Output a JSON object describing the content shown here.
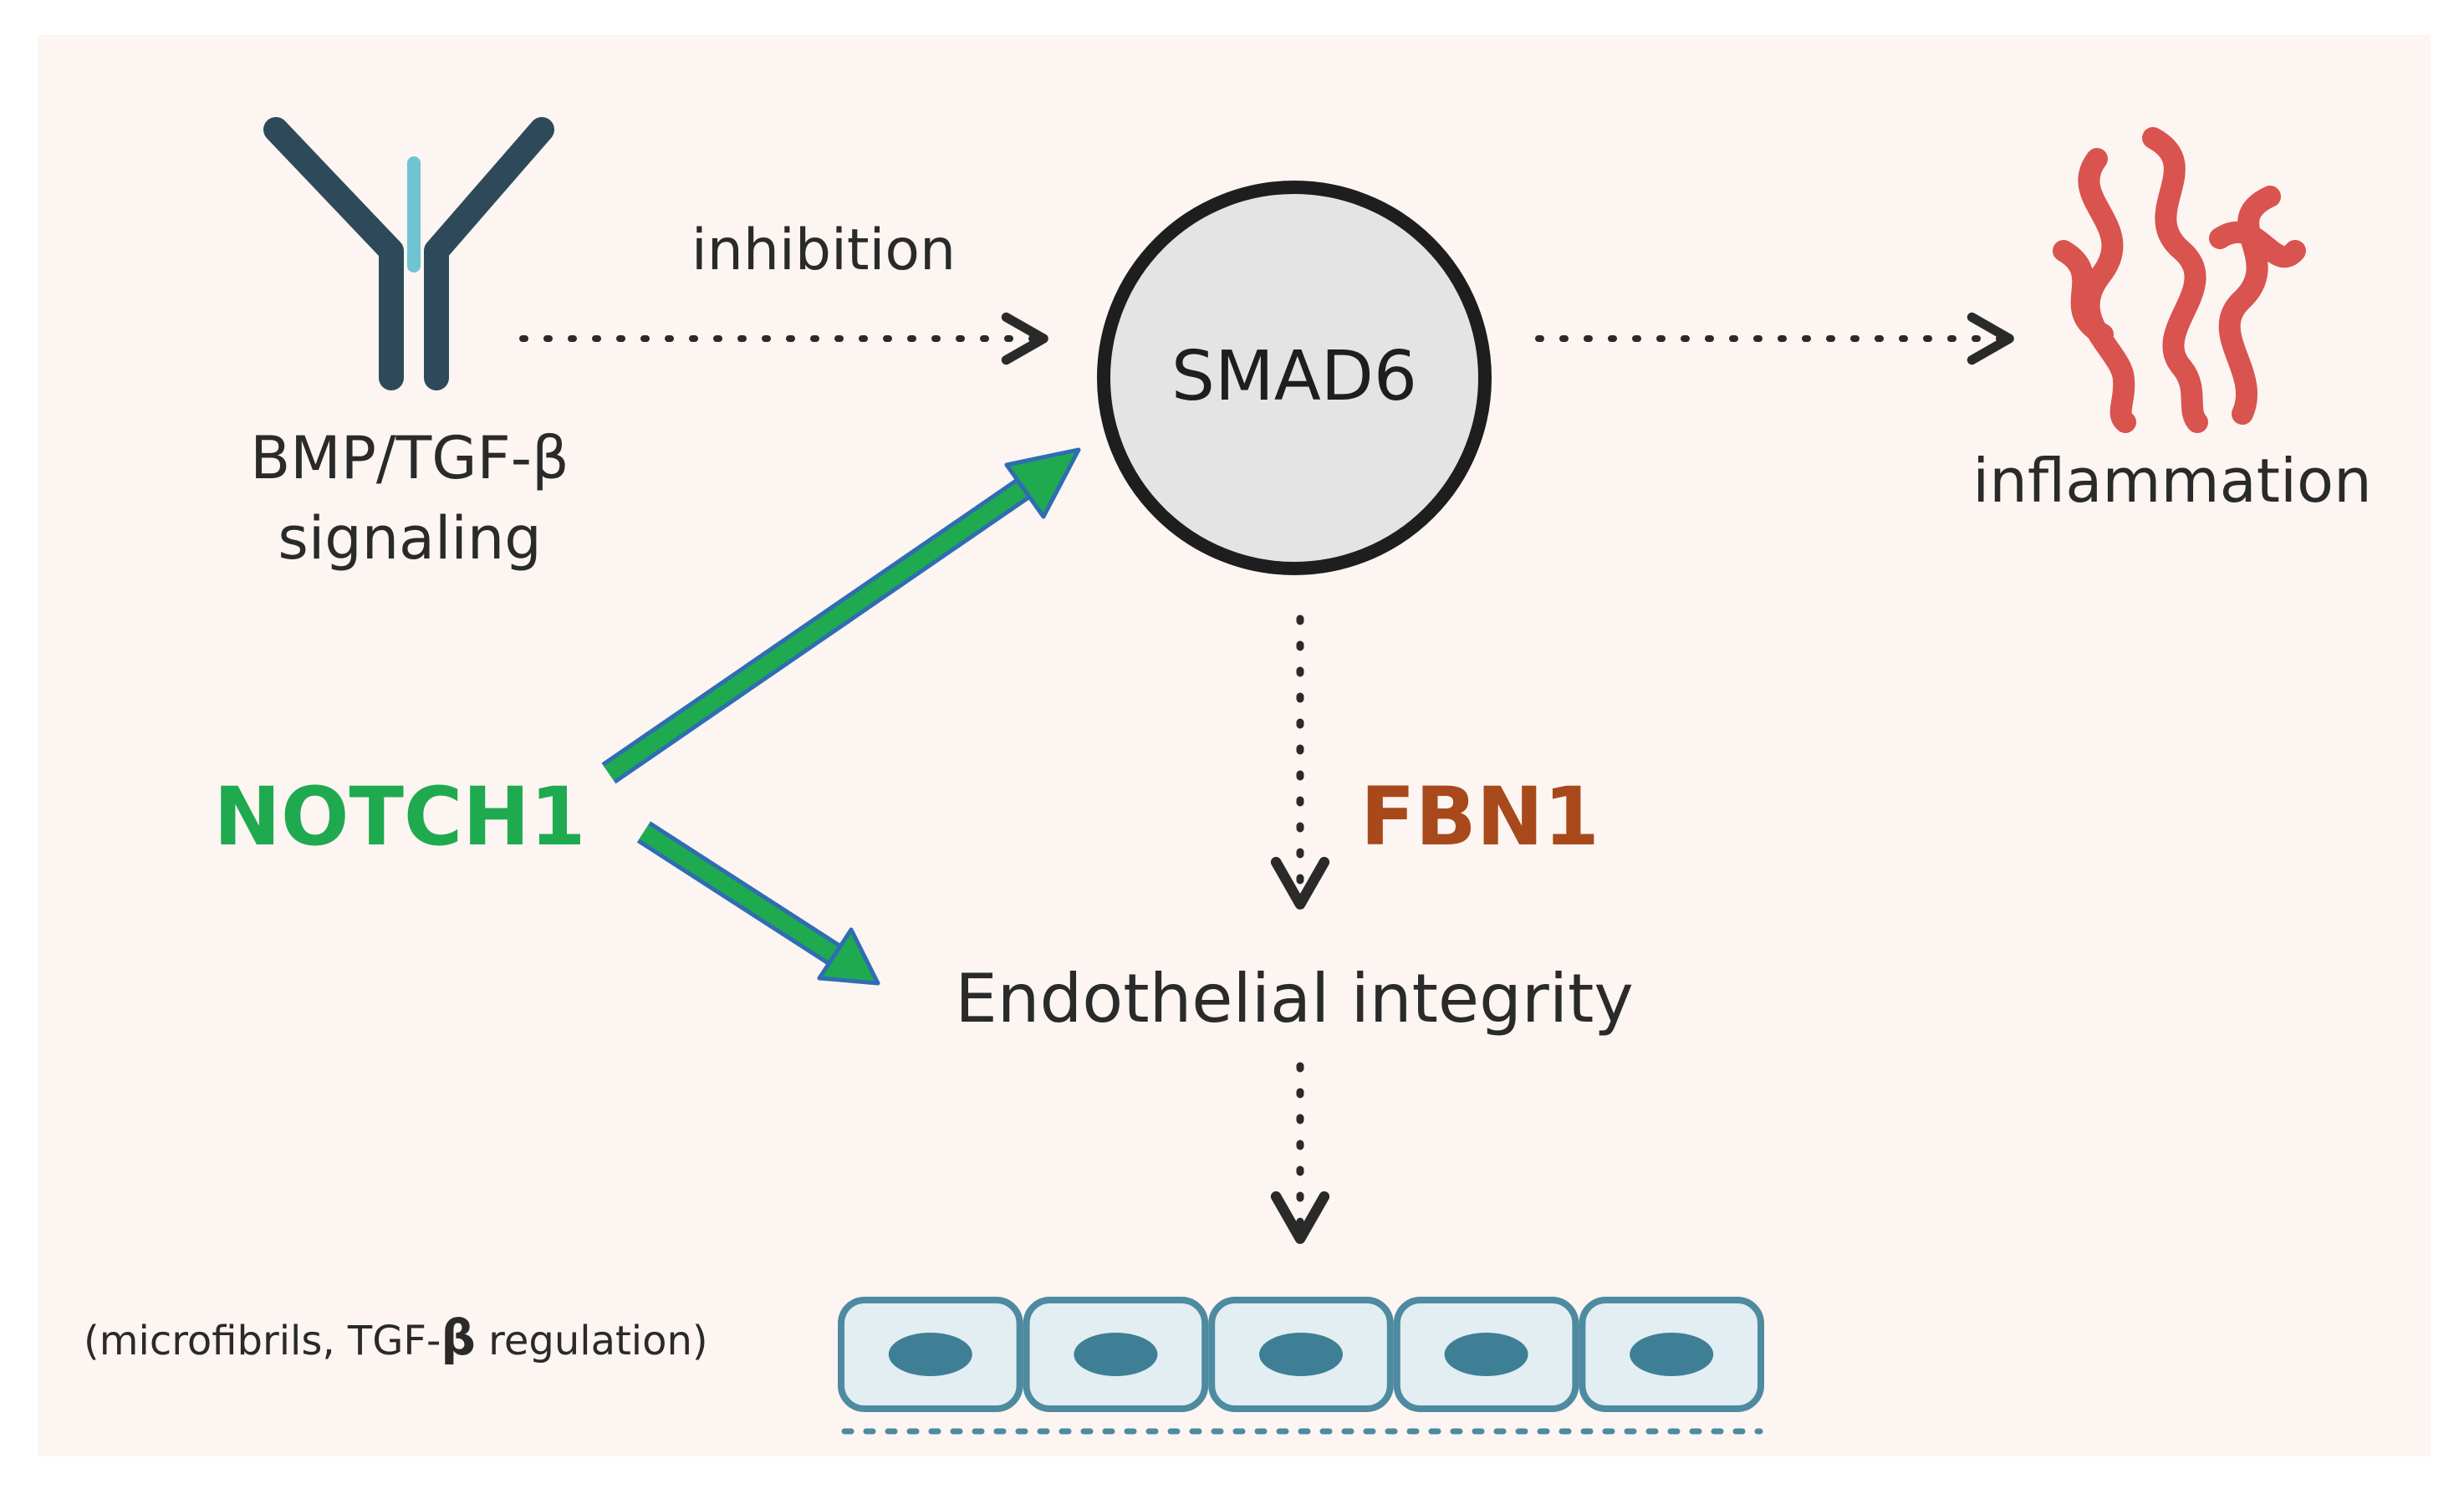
{
  "nodes": {
    "receptor": {
      "label_line1": "BMP/TGF-β",
      "label_line2": "signaling"
    },
    "smad6": {
      "label": "SMAD6"
    },
    "inflammation": {
      "label": "inflammation"
    },
    "notch1": {
      "label": "NOTCH1"
    },
    "fbn1": {
      "label": "FBN1"
    },
    "endothelial": {
      "label": "Endothelial integrity"
    },
    "cells": {
      "prefix": "(microfibrils,  TGF-",
      "beta": "β",
      "suffix": "  regulation)",
      "count": 5
    }
  },
  "edges": {
    "receptor_to_smad6": {
      "label": "inhibition"
    }
  },
  "colors": {
    "background": "#fcf5f2",
    "receptor": "#2e4a5a",
    "receptor_accent": "#6fc3d3",
    "node_fill": "#e4e4e4",
    "inflammation": "#d9534f",
    "notch1": "#1faa4f",
    "notch1_outline": "#2f6db2",
    "fbn1": "#a8491c",
    "cell_fill": "#e2eef2",
    "cell_stroke": "#4e8aa0",
    "nucleus": "#3f7f96",
    "text": "#2a2a2a"
  }
}
